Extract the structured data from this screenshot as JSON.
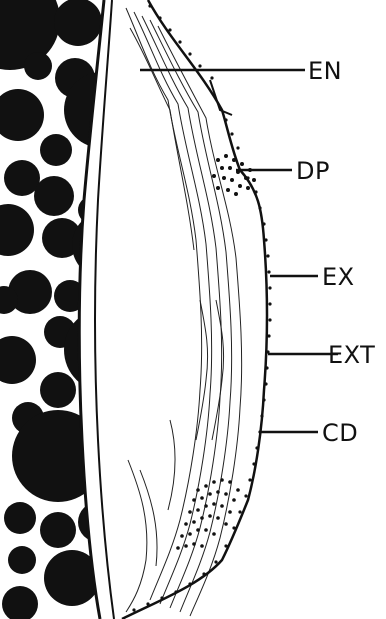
{
  "labels": {
    "en": "EN",
    "dp": "DP",
    "ex": "EX",
    "ext": "EXT",
    "cd": "CD"
  },
  "colors": {
    "ink": "#111111",
    "paper": "#ffffff"
  }
}
